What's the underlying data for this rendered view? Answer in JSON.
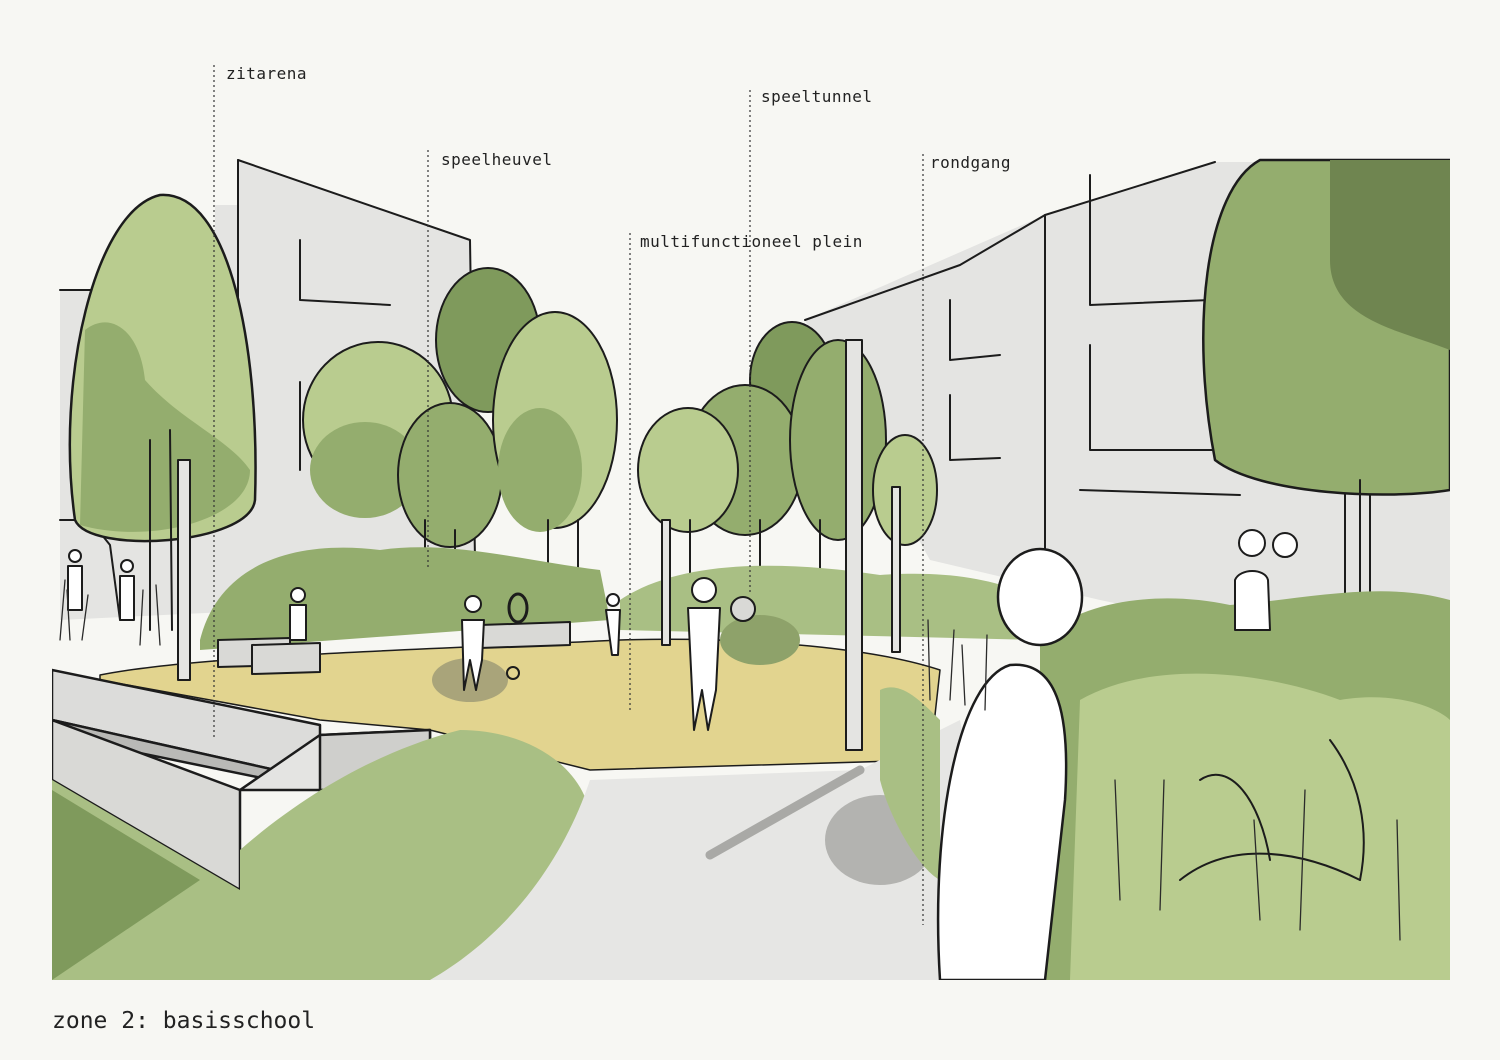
{
  "labels": {
    "zitarena": "zitarena",
    "speelheuvel": "speelheuvel",
    "multifunctioneel_plein": "multifunctioneel plein",
    "speeltunnel": "speeltunnel",
    "rondgang": "rondgang"
  },
  "caption": "zone 2: basisschool",
  "colors": {
    "background": "#f7f7f3",
    "tree_light": "#b9cc8f",
    "tree_mid": "#94ad6e",
    "tree_dark": "#6f8550",
    "sand": "#e2d48f",
    "building": "#e4e4e2",
    "path": "#e6e6e4",
    "shadow": "#a9a9a6",
    "line": "#1c1c1c"
  }
}
